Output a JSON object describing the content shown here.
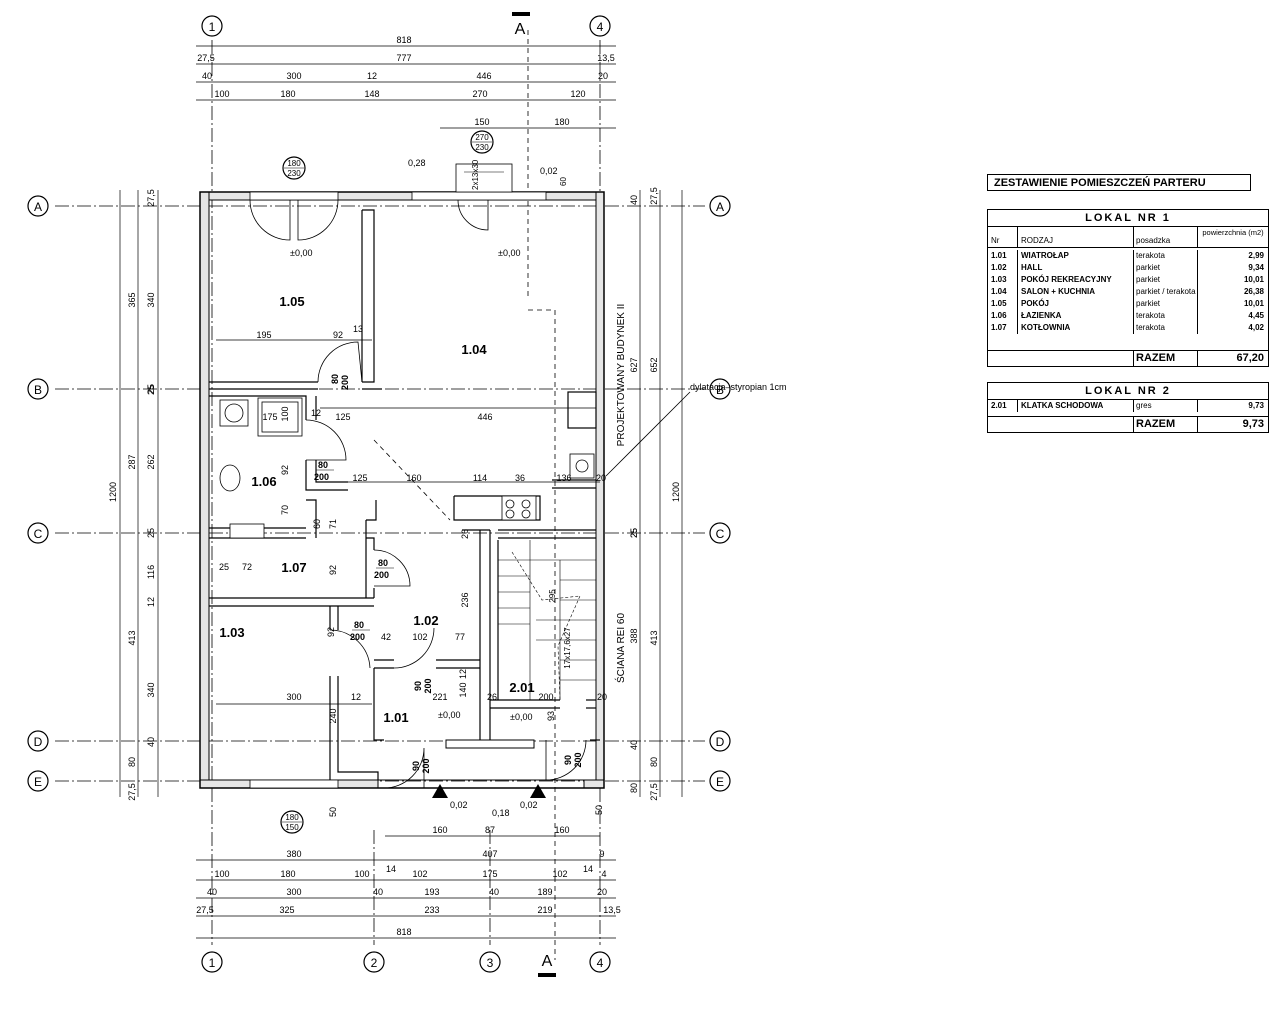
{
  "axes": {
    "vertical": [
      "1",
      "2",
      "3",
      "4"
    ],
    "horizontal": [
      "A",
      "B",
      "C",
      "D",
      "E"
    ],
    "section_mark": "A"
  },
  "top_dims": {
    "overall": "818",
    "row2": [
      "27,5",
      "777",
      "13,5"
    ],
    "row3": [
      "40",
      "300",
      "12",
      "446",
      "20"
    ],
    "row4": [
      "100",
      "180",
      "148",
      "270",
      "120"
    ],
    "row5": [
      "150",
      "180"
    ]
  },
  "bottom_dims": {
    "row1": [
      "380",
      "407",
      "9"
    ],
    "row2": [
      "100",
      "180",
      "100",
      "14",
      "102",
      "175",
      "102",
      "14",
      "4"
    ],
    "row3": [
      "40",
      "300",
      "40",
      "193",
      "40",
      "189",
      "20"
    ],
    "row4": [
      "27,5",
      "325",
      "233",
      "219",
      "13,5"
    ],
    "overall": "818",
    "entry": [
      "160",
      "87",
      "160"
    ]
  },
  "left_dims": {
    "outer": "1200",
    "mid": [
      "365",
      "287",
      "413"
    ],
    "inner": [
      "27,5",
      "340",
      "25",
      "262",
      "25",
      "116",
      "12",
      "340",
      "40",
      "80",
      "27,5"
    ]
  },
  "right_dims": {
    "outer": "1200",
    "mid": [
      "652",
      "413"
    ],
    "inner": [
      "627",
      "25",
      "388",
      "40",
      "80",
      "27,5",
      "27,5",
      "40",
      "20",
      "40",
      "80"
    ]
  },
  "rooms": [
    {
      "id": "1.05"
    },
    {
      "id": "1.04"
    },
    {
      "id": "1.06"
    },
    {
      "id": "1.07"
    },
    {
      "id": "1.03"
    },
    {
      "id": "1.02"
    },
    {
      "id": "1.01"
    },
    {
      "id": "2.01"
    }
  ],
  "labels": {
    "window_top_left": [
      "180",
      "230"
    ],
    "window_top_right": [
      "270",
      "230"
    ],
    "window_bottom": [
      "180",
      "150"
    ],
    "level_top": "0,28",
    "level_window": "0,02",
    "level_105": "±0,00",
    "level_104": "±0,00",
    "level_101": "±0,00",
    "level_201": "±0,00",
    "level_entry_left": "0,02",
    "level_entry_mid": "0,18",
    "level_entry_right": "0,02",
    "chimney": "2x13x30",
    "chimney_dim": "60",
    "projected_building": "PROJEKTOWANY BUDYNEK II",
    "expansion_joint": "dylatacja–styropian 1cm",
    "fire_wall": "ŚCIANA REI 60",
    "stairs": "17x17,6x27",
    "stair_dim": "295",
    "doors": [
      "80",
      "200",
      "80",
      "200",
      "80",
      "200",
      "80",
      "200",
      "90",
      "200",
      "90",
      "200",
      "90",
      "200"
    ],
    "internal_dims": [
      "195",
      "92",
      "13",
      "175",
      "100",
      "12",
      "125",
      "446",
      "125",
      "160",
      "114",
      "36",
      "136",
      "20",
      "92",
      "70",
      "60",
      "71",
      "25",
      "72",
      "92",
      "42",
      "102",
      "77",
      "236",
      "12",
      "140",
      "221",
      "26",
      "200",
      "20",
      "93",
      "300",
      "12",
      "240",
      "50",
      "50",
      "92",
      "26",
      "25",
      "25"
    ]
  },
  "table_title": "ZESTAWIENIE POMIESZCZEŃ PARTERU",
  "table1": {
    "header": "LOKAL NR 1",
    "columns": [
      "Nr",
      "RODZAJ",
      "posadzka",
      "powierzchnia (m2)"
    ],
    "rows": [
      [
        "1.01",
        "WIATROŁAP",
        "terakota",
        "2,99"
      ],
      [
        "1.02",
        "HALL",
        "parkiet",
        "9,34"
      ],
      [
        "1.03",
        "POKÓJ REKREACYJNY",
        "parkiet",
        "10,01"
      ],
      [
        "1.04",
        "SALON + KUCHNIA",
        "parkiet / terakota",
        "26,38"
      ],
      [
        "1.05",
        "POKÓJ",
        "parkiet",
        "10,01"
      ],
      [
        "1.06",
        "ŁAZIENKA",
        "terakota",
        "4,45"
      ],
      [
        "1.07",
        "KOTŁOWNIA",
        "terakota",
        "4,02"
      ]
    ],
    "total_label": "RAZEM",
    "total_value": "67,20"
  },
  "table2": {
    "header": "LOKAL NR 2",
    "rows": [
      [
        "2.01",
        "KLATKA SCHODOWA",
        "gres",
        "9,73"
      ]
    ],
    "total_label": "RAZEM",
    "total_value": "9,73"
  }
}
